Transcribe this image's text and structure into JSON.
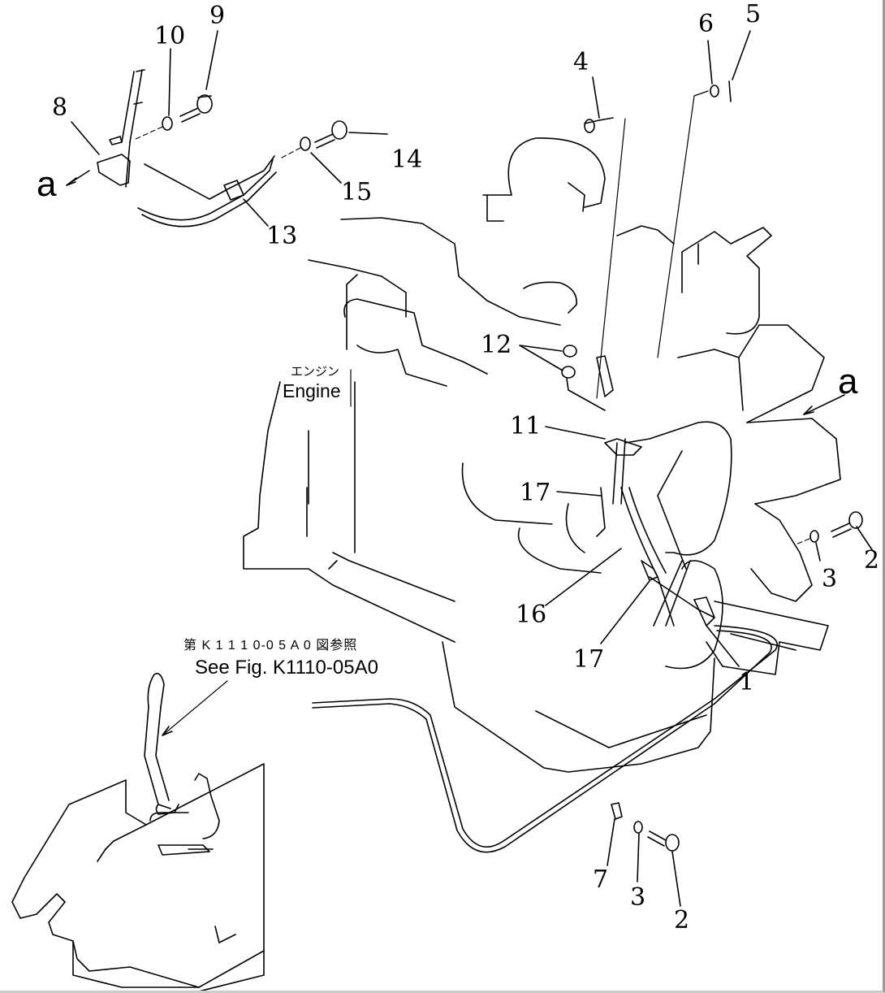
{
  "diagram": {
    "title": "Engine control cable installation (exploded parts view)",
    "engine_label_jp": "エンジン",
    "engine_label_en": "Engine",
    "reference_jp": "第 K 1 1 1 0-0 5 A 0 図参照",
    "reference_en": "See Fig. K1110-05A0",
    "view_marker": "a",
    "callouts": [
      {
        "id": "1",
        "part": "cable end bracket at engine"
      },
      {
        "id": "2",
        "part": "bolt"
      },
      {
        "id": "3",
        "part": "washer"
      },
      {
        "id": "4",
        "part": "pin"
      },
      {
        "id": "5",
        "part": "cotter pin"
      },
      {
        "id": "6",
        "part": "washer"
      },
      {
        "id": "7",
        "part": "cable clamp"
      },
      {
        "id": "8",
        "part": "lever bracket"
      },
      {
        "id": "9",
        "part": "bolt"
      },
      {
        "id": "10",
        "part": "washer"
      },
      {
        "id": "11",
        "part": "cable bracket"
      },
      {
        "id": "12",
        "part": "nuts"
      },
      {
        "id": "13",
        "part": "clamp"
      },
      {
        "id": "14",
        "part": "bolt"
      },
      {
        "id": "15",
        "part": "washer"
      },
      {
        "id": "16",
        "part": "control cable"
      },
      {
        "id": "17",
        "part": "cable joints"
      }
    ]
  }
}
